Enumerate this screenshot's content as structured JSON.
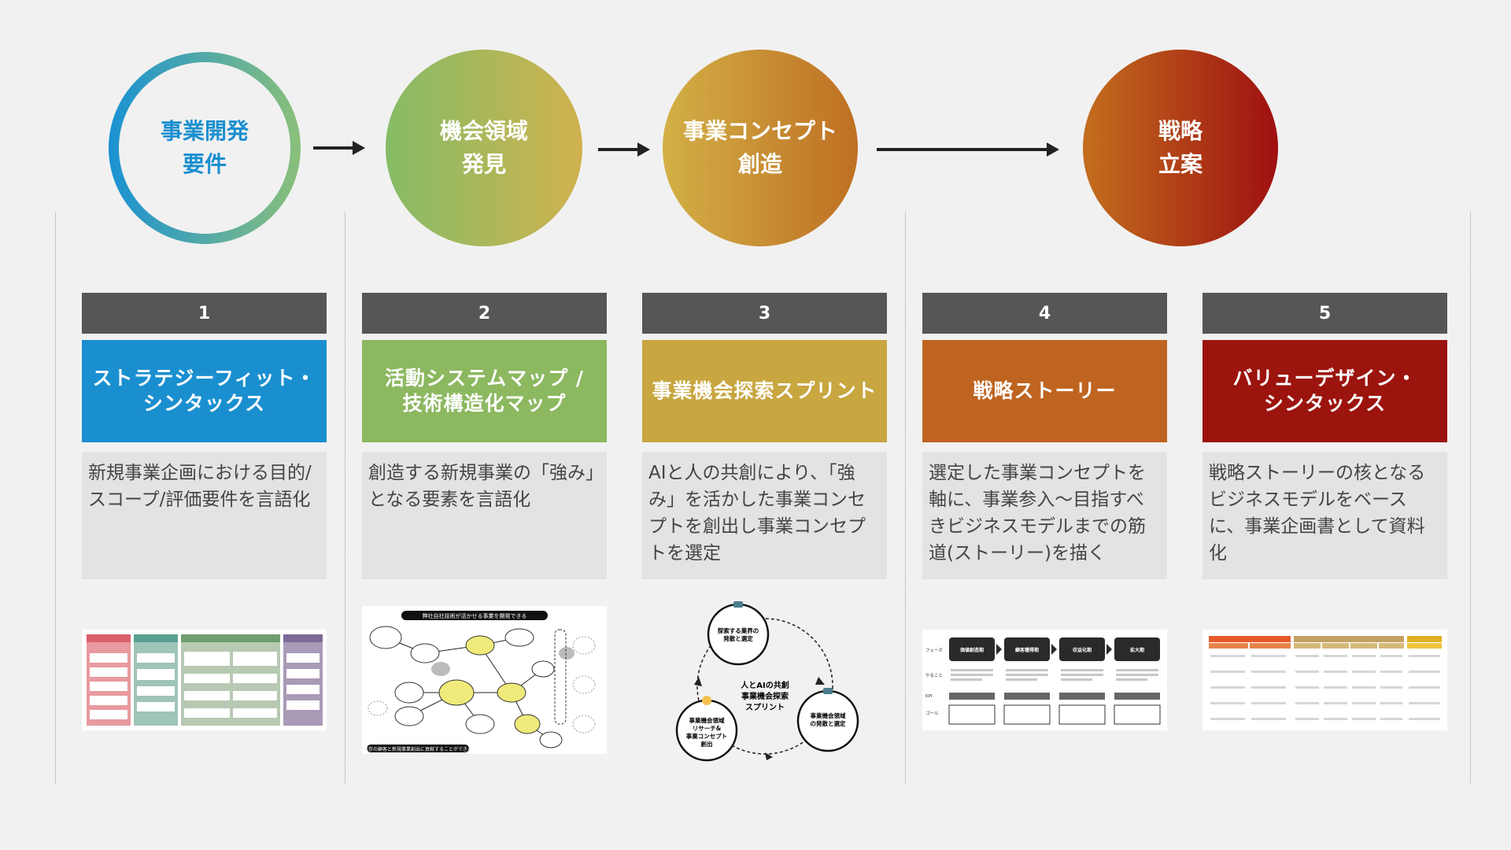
{
  "circles": [
    {
      "label": "事業開発\n要件"
    },
    {
      "label": "機会領域\n発見"
    },
    {
      "label": "事業コンセプト\n創造"
    },
    {
      "label": "戦略\n立案"
    }
  ],
  "steps": [
    {
      "num": "1",
      "title": "ストラテジーフィット・\nシンタックス",
      "desc": "新規事業企画における目的/スコープ/評価要件を言語化",
      "color": "#1a8fd0"
    },
    {
      "num": "2",
      "title": "活動システムマップ /\n技術構造化マップ",
      "desc": "創造する新規事業の「強み」となる要素を言語化",
      "color": "#8cb860"
    },
    {
      "num": "3",
      "title": "事業機会探索スプリント",
      "desc": "AIと人の共創により、「強み」を活かした事業コンセプトを創出し事業コンセプトを選定",
      "color": "#c8a640"
    },
    {
      "num": "4",
      "title": "戦略ストーリー",
      "desc": "選定した事業コンセプトを軸に、事業参入〜目指すべきビジネスモデルまでの筋道(ストーリー)を描く",
      "color": "#bf6420"
    },
    {
      "num": "5",
      "title": "バリューデザイン・\nシンタックス",
      "desc": "戦略ストーリーの核となるビジネスモデルをベースに、事業企画書として資料化",
      "color": "#9c140e"
    }
  ],
  "sprint_diagram": {
    "center": "人とAIの共創\n事業機会探索\nスプリント",
    "nodes": [
      "探索する業界の\n発散と選定",
      "事業機会領域\nの発散と選定",
      "事業機会領域\nリサーチ&\n事業コンセプト\n創出"
    ]
  },
  "activity_map": {
    "top_banner": "弊社自社技術が活かせる事業を開発できる",
    "bottom_banner": "既存の顧客と新規事業創出に貢献することができる"
  },
  "strategy_thumb": {
    "phases": [
      "価値創造期",
      "顧客獲得期",
      "収益化期",
      "拡大期"
    ],
    "row_labels": [
      "フェーズ",
      "やること",
      "KPI",
      "ゴール"
    ]
  }
}
